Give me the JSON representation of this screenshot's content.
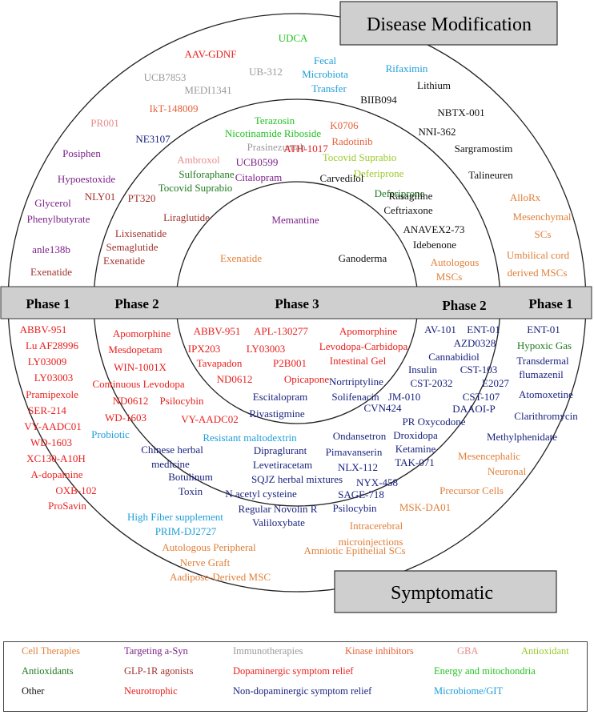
{
  "colors": {
    "cell": "#E0803A",
    "asyn": "#7B2189",
    "immuno": "#9A9A9A",
    "kinase": "#E6613A",
    "gba": "#E88C8C",
    "antioxidant_lime": "#9BCB2A",
    "antioxidants": "#1F7A1F",
    "glp1r": "#A0322C",
    "dopa": "#E8201E",
    "energy": "#22C222",
    "other": "#111111",
    "neuro": "#E8201E",
    "nondopa": "#1A237E",
    "micro": "#1E9ED8"
  },
  "banners": {
    "disease_modification": "Disease Modification",
    "symptomatic": "Symptomatic"
  },
  "phases": {
    "left_phase1": "Phase 1",
    "left_phase2": "Phase 2",
    "center_phase3": "Phase 3",
    "right_phase2": "Phase 2",
    "right_phase1": "Phase 1"
  },
  "drugs_top": [
    {
      "t": "AAV-GDNF",
      "c": "neuro"
    },
    {
      "t": "UDCA",
      "c": "energy"
    },
    {
      "t": "UB-312",
      "c": "immuno"
    },
    {
      "t": "Fecal",
      "c": "micro"
    },
    {
      "t": "Microbiota",
      "c": "micro"
    },
    {
      "t": "Transfer",
      "c": "micro"
    },
    {
      "t": "Rifaximin",
      "c": "micro"
    },
    {
      "t": "UCB7853",
      "c": "immuno"
    },
    {
      "t": "MEDI1341",
      "c": "immuno"
    },
    {
      "t": "Lithium",
      "c": "other"
    },
    {
      "t": "BIIB094",
      "c": "other"
    },
    {
      "t": "IkT-148009",
      "c": "kinase"
    },
    {
      "t": "NBTX-001",
      "c": "other"
    },
    {
      "t": "PR001",
      "c": "gba"
    },
    {
      "t": "NNI-362",
      "c": "other"
    },
    {
      "t": "NE3107",
      "c": "nondopa"
    },
    {
      "t": "Posiphen",
      "c": "asyn"
    },
    {
      "t": "Sargramostim",
      "c": "other"
    },
    {
      "t": "Hypoestoxide",
      "c": "asyn"
    },
    {
      "t": "Talineuren",
      "c": "other"
    },
    {
      "t": "Glycerol",
      "c": "asyn"
    },
    {
      "t": "Phenylbutyrate",
      "c": "asyn"
    },
    {
      "t": "AlloRx",
      "c": "cell"
    },
    {
      "t": "Mesenchymal",
      "c": "cell"
    },
    {
      "t": "SCs",
      "c": "cell"
    },
    {
      "t": "anle138b",
      "c": "asyn"
    },
    {
      "t": "Umbilical cord",
      "c": "cell"
    },
    {
      "t": "derived MSCs",
      "c": "cell"
    },
    {
      "t": "Exenatide",
      "c": "glp1r"
    },
    {
      "t": "Terazosin",
      "c": "energy"
    },
    {
      "t": "Nicotinamide Riboside",
      "c": "energy"
    },
    {
      "t": "K0706",
      "c": "kinase"
    },
    {
      "t": "Radotinib",
      "c": "kinase"
    },
    {
      "t": "Prasinezumab",
      "c": "immuno"
    },
    {
      "t": "ATH-1017",
      "c": "neuro"
    },
    {
      "t": "Tocovid Suprabio",
      "c": "antioxidant_lime"
    },
    {
      "t": "Ambroxol",
      "c": "gba"
    },
    {
      "t": "UCB0599",
      "c": "asyn"
    },
    {
      "t": "Deferiprone",
      "c": "antioxidant_lime"
    },
    {
      "t": "Sulforaphane",
      "c": "antioxidants"
    },
    {
      "t": "Citalopram",
      "c": "asyn"
    },
    {
      "t": "Carvedilol",
      "c": "other"
    },
    {
      "t": "Tocovid Suprabio",
      "c": "antioxidants"
    },
    {
      "t": "Deferiprone",
      "c": "antioxidants"
    },
    {
      "t": "Rasagiline",
      "c": "other"
    },
    {
      "t": "Ceftriaxone",
      "c": "other"
    },
    {
      "t": "NLY01",
      "c": "glp1r"
    },
    {
      "t": "PT320",
      "c": "glp1r"
    },
    {
      "t": "ANAVEX2-73",
      "c": "other"
    },
    {
      "t": "Liraglutide",
      "c": "glp1r"
    },
    {
      "t": "Idebenone",
      "c": "other"
    },
    {
      "t": "Lixisenatide",
      "c": "glp1r"
    },
    {
      "t": "Autologous",
      "c": "cell"
    },
    {
      "t": "Semaglutide",
      "c": "glp1r"
    },
    {
      "t": "MSCs",
      "c": "cell"
    },
    {
      "t": "Exenatide",
      "c": "glp1r"
    },
    {
      "t": "Memantine",
      "c": "asyn"
    },
    {
      "t": "Exenatide",
      "c": "cell"
    },
    {
      "t": "Ganoderma",
      "c": "other"
    }
  ],
  "drugs_bottom": [
    {
      "t": "ABBV-951",
      "c": "dopa"
    },
    {
      "t": "Lu AF28996",
      "c": "dopa"
    },
    {
      "t": "LY03009",
      "c": "dopa"
    },
    {
      "t": "LY03003",
      "c": "dopa"
    },
    {
      "t": "Pramipexole",
      "c": "dopa"
    },
    {
      "t": "SER-214",
      "c": "dopa"
    },
    {
      "t": "VY-AADC01",
      "c": "dopa"
    },
    {
      "t": "WD-1603",
      "c": "dopa"
    },
    {
      "t": "XC130-A10H",
      "c": "dopa"
    },
    {
      "t": "A-dopamine",
      "c": "dopa"
    },
    {
      "t": "OXB-102",
      "c": "dopa"
    },
    {
      "t": "ProSavin",
      "c": "dopa"
    },
    {
      "t": "Apomorphine",
      "c": "dopa"
    },
    {
      "t": "Mesdopetam",
      "c": "dopa"
    },
    {
      "t": "WIN-1001X",
      "c": "dopa"
    },
    {
      "t": "Continuous Levodopa",
      "c": "dopa"
    },
    {
      "t": "ND0612",
      "c": "dopa"
    },
    {
      "t": "Psilocybin",
      "c": "dopa"
    },
    {
      "t": "WD-1603",
      "c": "dopa"
    },
    {
      "t": "VY-AADC02",
      "c": "dopa"
    },
    {
      "t": "ABBV-951",
      "c": "dopa"
    },
    {
      "t": "APL-130277",
      "c": "dopa"
    },
    {
      "t": "Apomorphine",
      "c": "dopa"
    },
    {
      "t": "IPX203",
      "c": "dopa"
    },
    {
      "t": "LY03003",
      "c": "dopa"
    },
    {
      "t": "Levodopa-Carbidopa",
      "c": "dopa"
    },
    {
      "t": "Tavapadon",
      "c": "dopa"
    },
    {
      "t": "P2B001",
      "c": "dopa"
    },
    {
      "t": "Intestinal Gel",
      "c": "dopa"
    },
    {
      "t": "ND0612",
      "c": "dopa"
    },
    {
      "t": "Opicapone",
      "c": "dopa"
    },
    {
      "t": "Nortriptyline",
      "c": "nondopa"
    },
    {
      "t": "Escitalopram",
      "c": "nondopa"
    },
    {
      "t": "Solifenacin",
      "c": "nondopa"
    },
    {
      "t": "Rivastigmine",
      "c": "nondopa"
    },
    {
      "t": "AV-101",
      "c": "nondopa"
    },
    {
      "t": "ENT-01",
      "c": "nondopa"
    },
    {
      "t": "AZD0328",
      "c": "nondopa"
    },
    {
      "t": "Cannabidiol",
      "c": "nondopa"
    },
    {
      "t": "Insulin",
      "c": "nondopa"
    },
    {
      "t": "CST-103",
      "c": "nondopa"
    },
    {
      "t": "CST-2032",
      "c": "nondopa"
    },
    {
      "t": "E2027",
      "c": "nondopa"
    },
    {
      "t": "JM-010",
      "c": "nondopa"
    },
    {
      "t": "CST-107",
      "c": "nondopa"
    },
    {
      "t": "DAAOI-P",
      "c": "nondopa"
    },
    {
      "t": "CVN424",
      "c": "nondopa"
    },
    {
      "t": "PR Oxycodone",
      "c": "nondopa"
    },
    {
      "t": "Droxidopa",
      "c": "nondopa"
    },
    {
      "t": "Ketamine",
      "c": "nondopa"
    },
    {
      "t": "TAK-071",
      "c": "nondopa"
    },
    {
      "t": "NLX-112",
      "c": "nondopa"
    },
    {
      "t": "NYX-458",
      "c": "nondopa"
    },
    {
      "t": "SAGE-718",
      "c": "nondopa"
    },
    {
      "t": "Psilocybin",
      "c": "nondopa"
    },
    {
      "t": "Ondansetron",
      "c": "nondopa"
    },
    {
      "t": "Pimavanserin",
      "c": "nondopa"
    },
    {
      "t": "Dipraglurant",
      "c": "nondopa"
    },
    {
      "t": "Levetiracetam",
      "c": "nondopa"
    },
    {
      "t": "SQJZ herbal mixtures",
      "c": "nondopa"
    },
    {
      "t": "N acetyl cysteine",
      "c": "nondopa"
    },
    {
      "t": "Regular Novolin R",
      "c": "nondopa"
    },
    {
      "t": "Valiloxybate",
      "c": "nondopa"
    },
    {
      "t": "Probiotic",
      "c": "micro"
    },
    {
      "t": "Resistant maltodextrin",
      "c": "micro"
    },
    {
      "t": "Chinese herbal",
      "c": "nondopa"
    },
    {
      "t": "medicine",
      "c": "nondopa"
    },
    {
      "t": "Botulinum",
      "c": "nondopa"
    },
    {
      "t": "Toxin",
      "c": "nondopa"
    },
    {
      "t": "High Fiber supplement",
      "c": "micro"
    },
    {
      "t": "PRIM-DJ2727",
      "c": "micro"
    },
    {
      "t": "Autologous Peripheral",
      "c": "cell"
    },
    {
      "t": "Nerve Graft",
      "c": "cell"
    },
    {
      "t": "Aadipose-Derived MSC",
      "c": "cell"
    },
    {
      "t": "Amniotic Epithelial SCs",
      "c": "cell"
    },
    {
      "t": "Intracerebral",
      "c": "cell"
    },
    {
      "t": "microinjections",
      "c": "cell"
    },
    {
      "t": "MSK-DA01",
      "c": "cell"
    },
    {
      "t": "Precursor Cells",
      "c": "cell"
    },
    {
      "t": "Neuronal",
      "c": "cell"
    },
    {
      "t": "Mesencephalic",
      "c": "cell"
    },
    {
      "t": "ENT-01",
      "c": "nondopa"
    },
    {
      "t": "Hypoxic Gas",
      "c": "antioxidants"
    },
    {
      "t": "Transdermal",
      "c": "nondopa"
    },
    {
      "t": "flumazenil",
      "c": "nondopa"
    },
    {
      "t": "Atomoxetine",
      "c": "nondopa"
    },
    {
      "t": "Clarithromycin",
      "c": "nondopa"
    },
    {
      "t": "Methylphenidate",
      "c": "nondopa"
    }
  ],
  "legend": [
    {
      "t": "Cell Therapies",
      "c": "cell"
    },
    {
      "t": "Targeting a-Syn",
      "c": "asyn"
    },
    {
      "t": "Immunotherapies",
      "c": "immuno"
    },
    {
      "t": "Kinase inhibitors",
      "c": "kinase"
    },
    {
      "t": "GBA",
      "c": "gba"
    },
    {
      "t": "Antioxidant",
      "c": "antioxidant_lime"
    },
    {
      "t": "Antioxidants",
      "c": "antioxidants"
    },
    {
      "t": "GLP-1R agonists",
      "c": "glp1r"
    },
    {
      "t": "Dopaminergic symptom relief",
      "c": "dopa"
    },
    {
      "t": "Energy and mitochondria",
      "c": "energy"
    },
    {
      "t": "Other",
      "c": "other"
    },
    {
      "t": "Neurotrophic",
      "c": "neuro"
    },
    {
      "t": "Non-dopaminergic symptom relief",
      "c": "nondopa"
    },
    {
      "t": "Microbiome/GIT",
      "c": "micro"
    }
  ]
}
